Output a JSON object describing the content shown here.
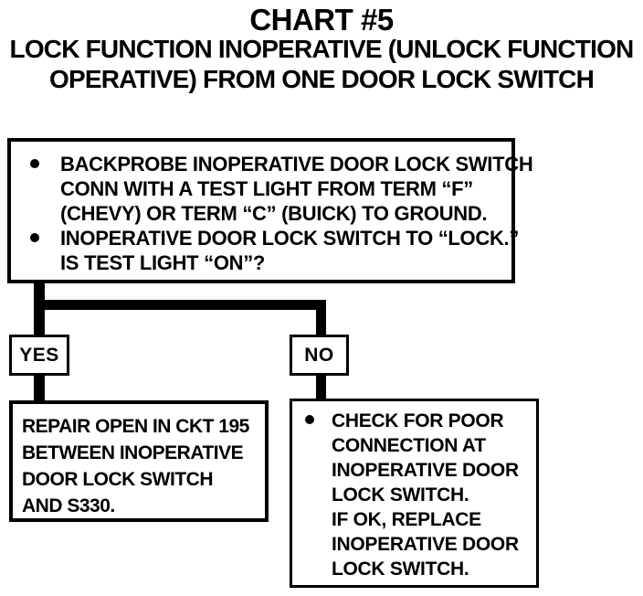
{
  "page": {
    "title": "CHART #5",
    "subtitle_lines": [
      "LOCK FUNCTION INOPERATIVE (UNLOCK FUNCTION",
      "OPERATIVE) FROM ONE DOOR LOCK SWITCH"
    ]
  },
  "colors": {
    "ink": "#000000",
    "paper": "#ffffff"
  },
  "flowchart": {
    "decision_box": {
      "bullets": [
        {
          "lines": [
            "BACKPROBE INOPERATIVE DOOR LOCK SWITCH",
            "CONN WITH A TEST LIGHT FROM TERM “F”",
            "(CHEVY) OR TERM “C” (BUICK) TO GROUND."
          ]
        },
        {
          "lines": [
            "INOPERATIVE DOOR LOCK SWITCH TO “LOCK.”",
            "IS TEST LIGHT “ON”?"
          ]
        }
      ]
    },
    "branches": {
      "yes": {
        "label": "YES",
        "result_lines": [
          "REPAIR OPEN IN CKT 195",
          "BETWEEN INOPERATIVE",
          "DOOR LOCK SWITCH",
          "AND S330."
        ]
      },
      "no": {
        "label": "NO",
        "result_lines": [
          "CHECK FOR POOR",
          "CONNECTION AT",
          "INOPERATIVE DOOR",
          "LOCK SWITCH.",
          "IF OK, REPLACE",
          "INOPERATIVE DOOR",
          "LOCK SWITCH."
        ]
      }
    }
  }
}
